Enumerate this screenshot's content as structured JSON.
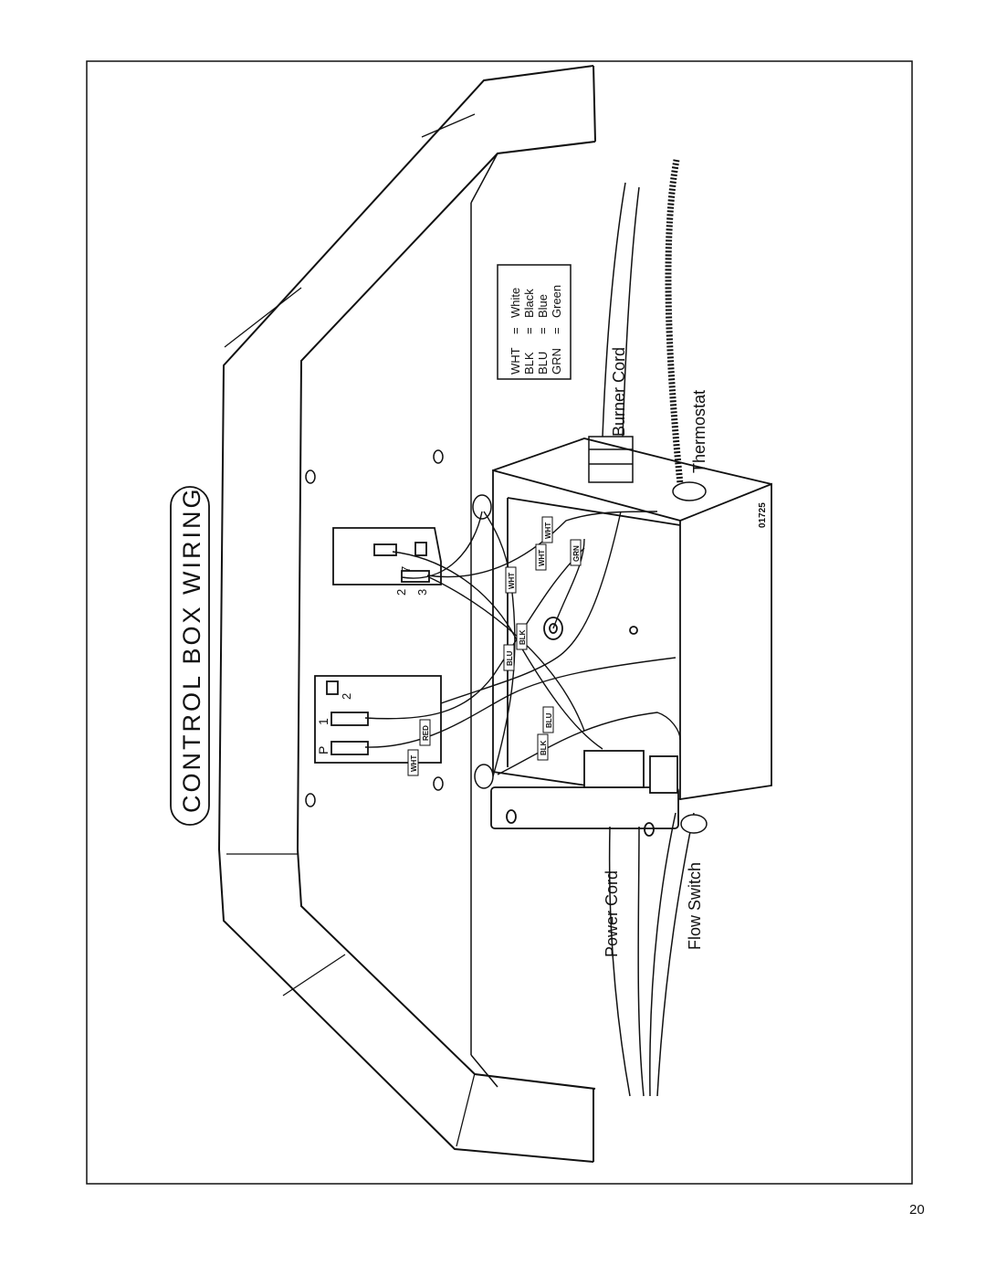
{
  "title": "CONTROL BOX WIRING",
  "legend": [
    {
      "code": "WHT",
      "eq": "=",
      "color": "White"
    },
    {
      "code": "BLK",
      "eq": "=",
      "color": "Black"
    },
    {
      "code": "BLU",
      "eq": "=",
      "color": "Blue"
    },
    {
      "code": "GRN",
      "eq": "=",
      "color": "Green"
    }
  ],
  "labels": {
    "burner_cord": "Burner Cord",
    "thermostat": "Thermostat",
    "power_cord": "Power Cord",
    "flow_switch": "Flow Switch",
    "figure_code": "01725"
  },
  "terminals": {
    "upper_a": "7",
    "upper_b": "2",
    "upper_c": "3",
    "lower_p": "P",
    "lower_1": "1",
    "lower_2": "2"
  },
  "wire_tags": [
    "WHT",
    "WHT",
    "WHT",
    "GRN",
    "BLU",
    "BLK",
    "RED",
    "WHT",
    "BLK",
    "BLU"
  ],
  "page_number": "20"
}
